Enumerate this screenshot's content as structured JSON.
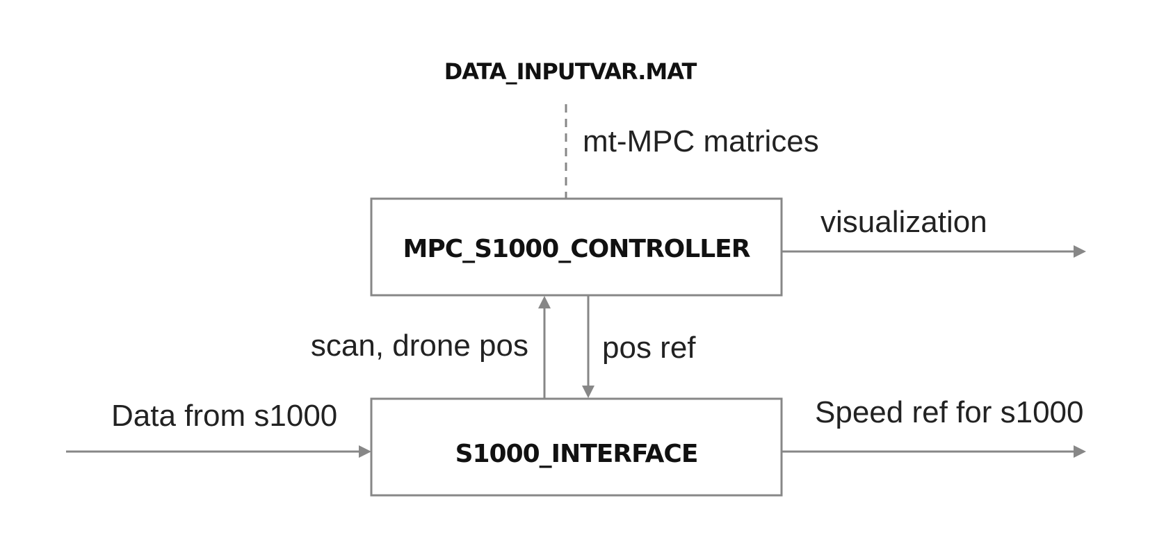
{
  "source": {
    "label": "DATA_INPUTVAR.MAT"
  },
  "nodes": {
    "controller": {
      "label": "MPC_S1000_CONTROLLER"
    },
    "interface": {
      "label": "S1000_INTERFACE"
    }
  },
  "edges": {
    "matrices": {
      "label": "mt-MPC matrices",
      "style": "dashed"
    },
    "visualization": {
      "label": "visualization"
    },
    "scan_pos": {
      "label": "scan, drone pos"
    },
    "pos_ref": {
      "label": "pos ref"
    },
    "data_in": {
      "label": "Data from s1000"
    },
    "speed_out": {
      "label": "Speed ref for s1000"
    }
  },
  "colors": {
    "stroke": "#878787",
    "text": "#111111"
  }
}
